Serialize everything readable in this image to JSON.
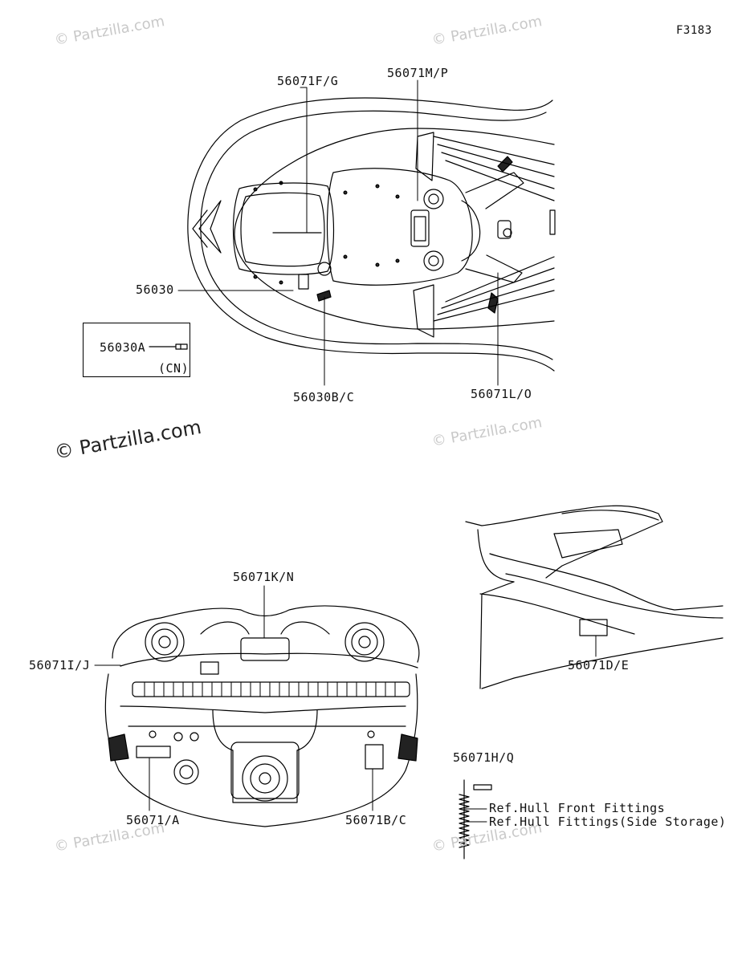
{
  "figure_code": "F3183",
  "watermark": {
    "text": "© Partzilla.com",
    "prominent_text": "© Partzilla.com"
  },
  "callouts": {
    "c_56071fg": "56071F/G",
    "c_56071mp": "56071M/P",
    "c_56030": "56030",
    "c_56030a": "56030A",
    "c_cn": "(CN)",
    "c_56030bc": "56030B/C",
    "c_56071lo": "56071L/O",
    "c_56071kn": "56071K/N",
    "c_56071ij": "56071I/J",
    "c_56071de": "56071D/E",
    "c_56071hq": "56071H/Q",
    "c_56071a": "56071/A",
    "c_56071bc": "56071B/C"
  },
  "references": {
    "ref_front": "Ref.Hull Front Fittings",
    "ref_side": "Ref.Hull Fittings(Side Storage)"
  }
}
